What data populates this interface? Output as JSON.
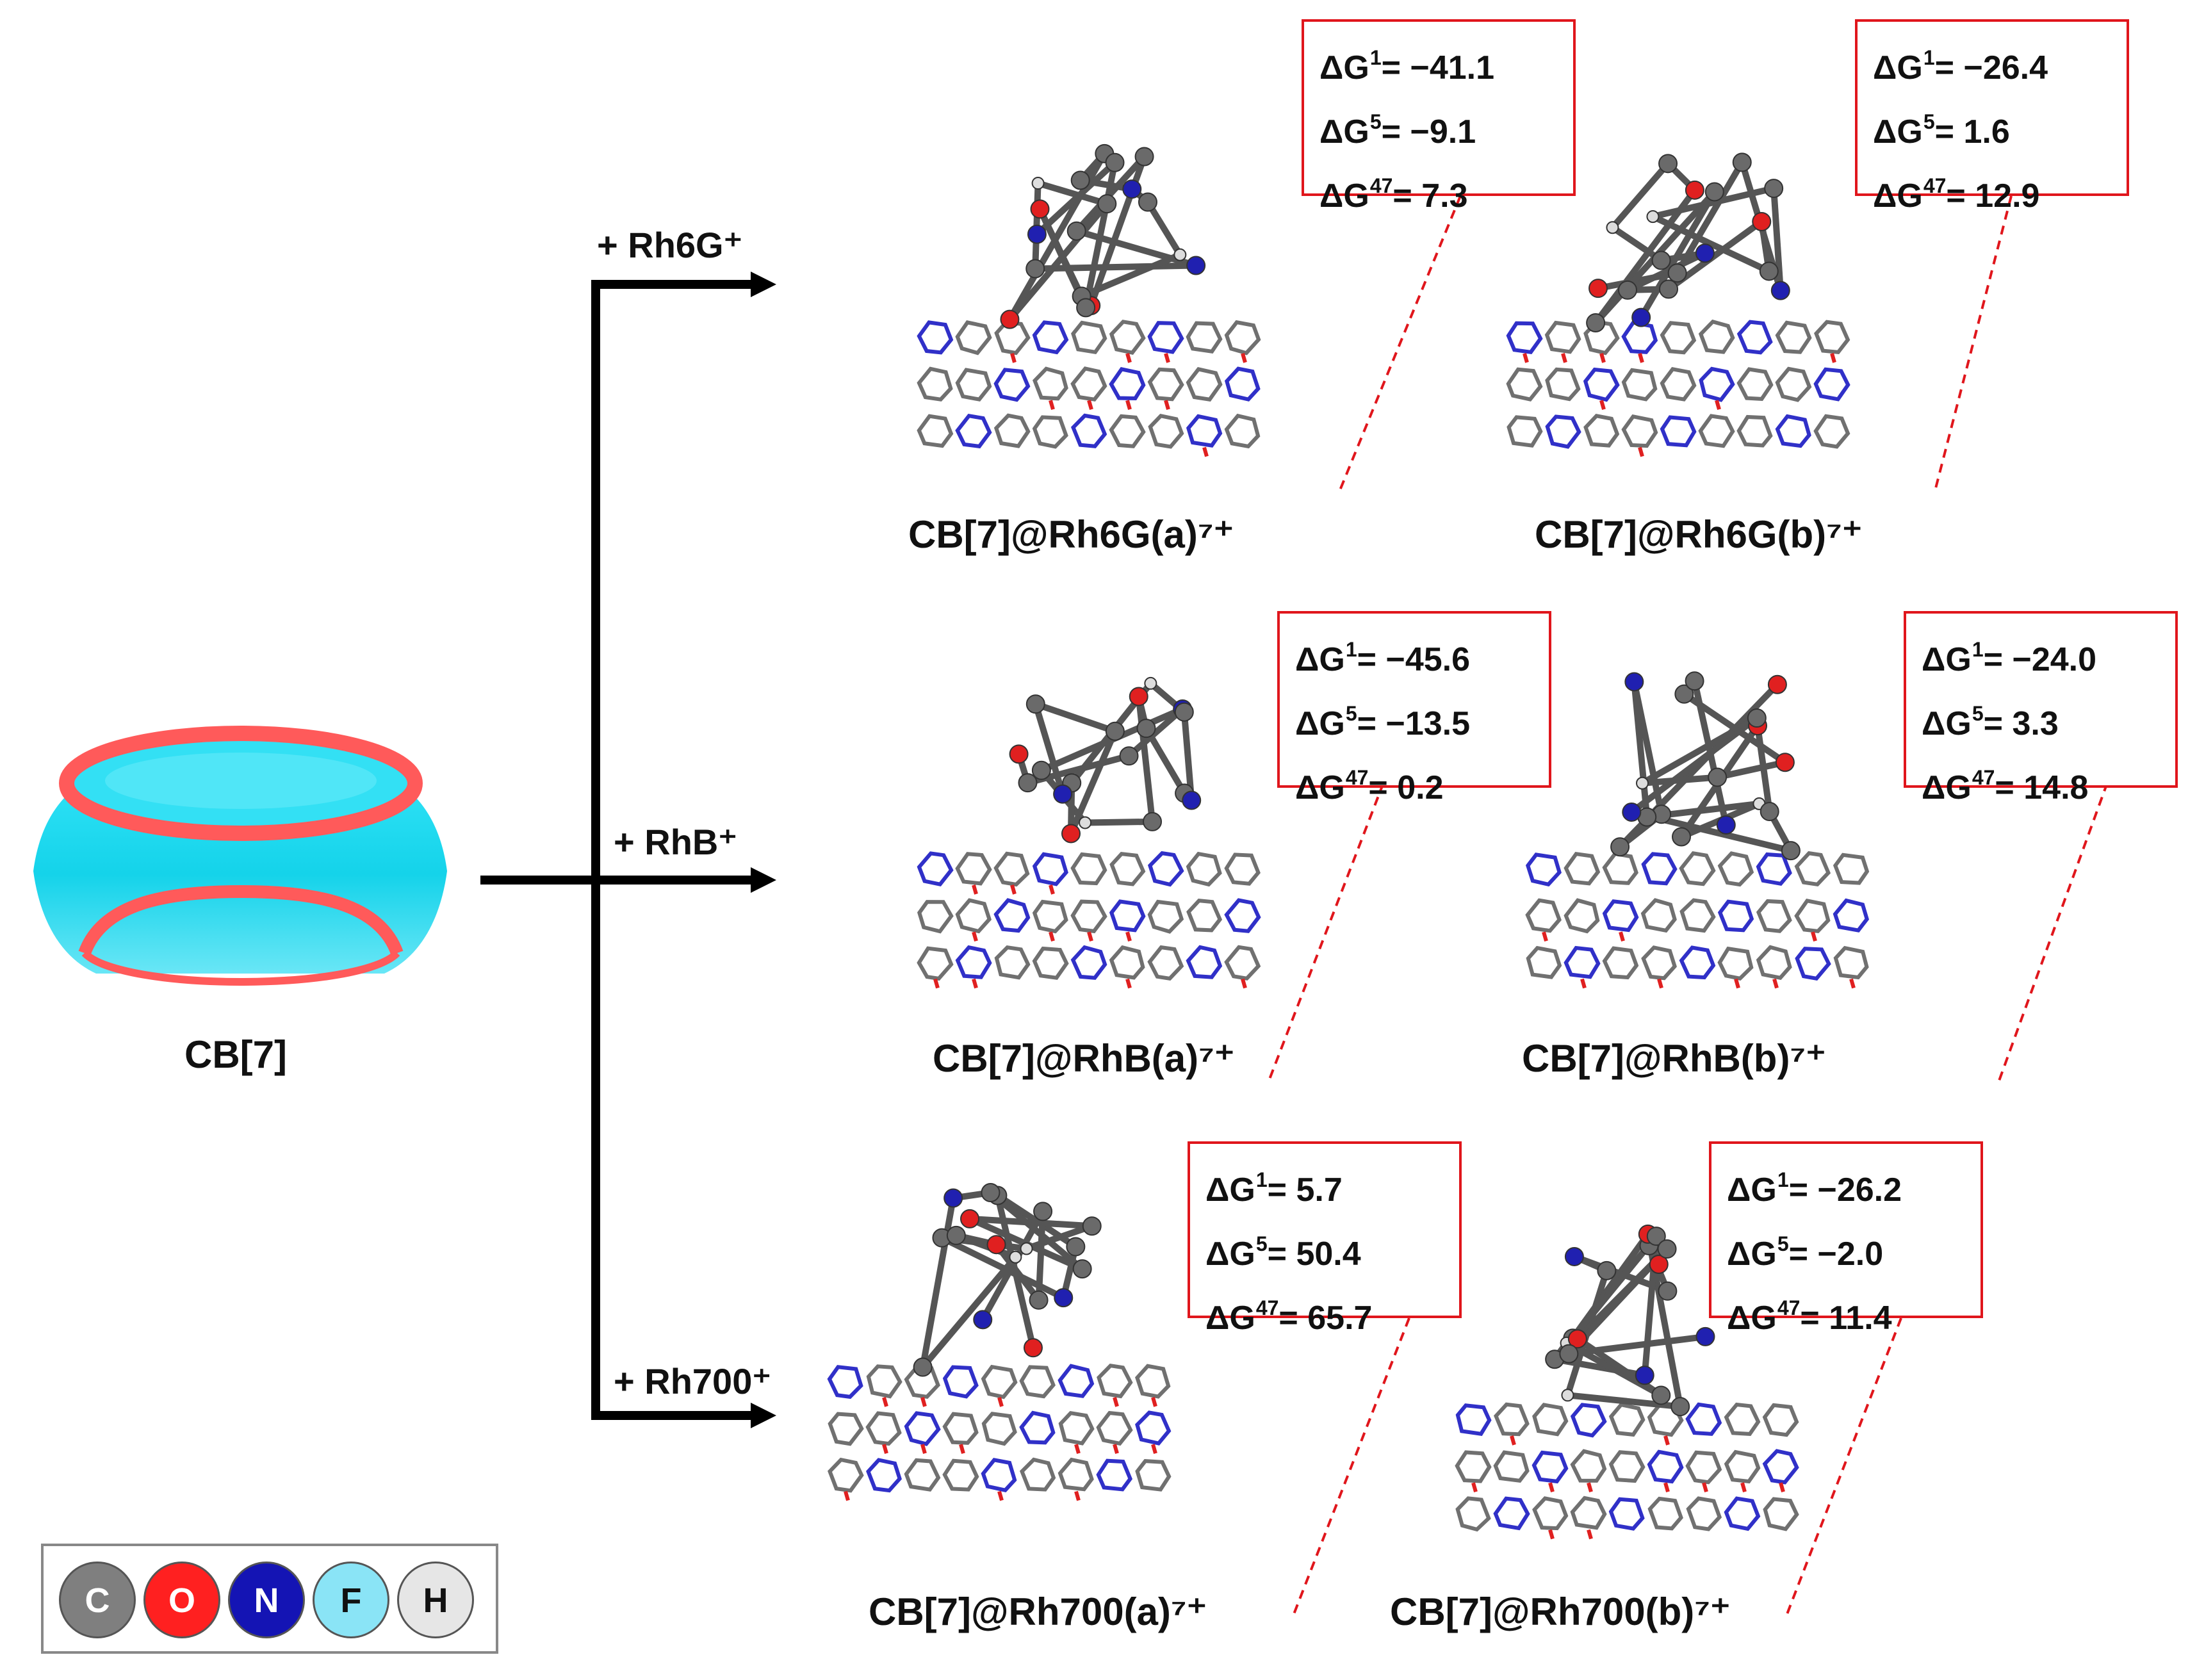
{
  "reactant": {
    "label": "CB[7]"
  },
  "reagents": [
    "+ Rh6G⁺",
    "+ RhB⁺",
    "+ Rh700⁺"
  ],
  "complexes": [
    {
      "name": "CB[7]@Rh6G(a)⁷⁺",
      "energies": [
        {
          "sym": "ΔG",
          "sup": "1",
          "value": "−41.1"
        },
        {
          "sym": "ΔG",
          "sup": "5",
          "value": "−9.1"
        },
        {
          "sym": "ΔG",
          "sup": "47",
          "value": "7.3"
        }
      ]
    },
    {
      "name": "CB[7]@Rh6G(b)⁷⁺",
      "energies": [
        {
          "sym": "ΔG",
          "sup": "1",
          "value": "−26.4"
        },
        {
          "sym": "ΔG",
          "sup": "5",
          "value": "1.6"
        },
        {
          "sym": "ΔG",
          "sup": "47",
          "value": "12.9"
        }
      ]
    },
    {
      "name": "CB[7]@RhB(a)⁷⁺",
      "energies": [
        {
          "sym": "ΔG",
          "sup": "1",
          "value": "−45.6"
        },
        {
          "sym": "ΔG",
          "sup": "5",
          "value": "−13.5"
        },
        {
          "sym": "ΔG",
          "sup": "47",
          "value": "0.2"
        }
      ]
    },
    {
      "name": "CB[7]@RhB(b)⁷⁺",
      "energies": [
        {
          "sym": "ΔG",
          "sup": "1",
          "value": "−24.0"
        },
        {
          "sym": "ΔG",
          "sup": "5",
          "value": "3.3"
        },
        {
          "sym": "ΔG",
          "sup": "47",
          "value": "14.8"
        }
      ]
    },
    {
      "name": "CB[7]@Rh700(a)⁷⁺",
      "energies": [
        {
          "sym": "ΔG",
          "sup": "1",
          "value": "5.7"
        },
        {
          "sym": "ΔG",
          "sup": "5",
          "value": "50.4"
        },
        {
          "sym": "ΔG",
          "sup": "47",
          "value": "65.7"
        }
      ]
    },
    {
      "name": "CB[7]@Rh700(b)⁷⁺",
      "energies": [
        {
          "sym": "ΔG",
          "sup": "1",
          "value": "−26.2"
        },
        {
          "sym": "ΔG",
          "sup": "5",
          "value": "−2.0"
        },
        {
          "sym": "ΔG",
          "sup": "47",
          "value": "11.4"
        }
      ]
    }
  ],
  "legend": [
    {
      "symbol": "C",
      "color": "#7f7f7f",
      "text_color": "#ffffff"
    },
    {
      "symbol": "O",
      "color": "#ff2020",
      "text_color": "#ffffff"
    },
    {
      "symbol": "N",
      "color": "#1414b4",
      "text_color": "#ffffff"
    },
    {
      "symbol": "F",
      "color": "#8ae4f6",
      "text_color": "#111111"
    },
    {
      "symbol": "H",
      "color": "#e6e6e6",
      "text_color": "#111111"
    }
  ],
  "colors": {
    "box_border": "#e0161c",
    "cb_body": "#00d8f0",
    "cb_rim": "#ff5a5a",
    "arrow": "#000000"
  }
}
